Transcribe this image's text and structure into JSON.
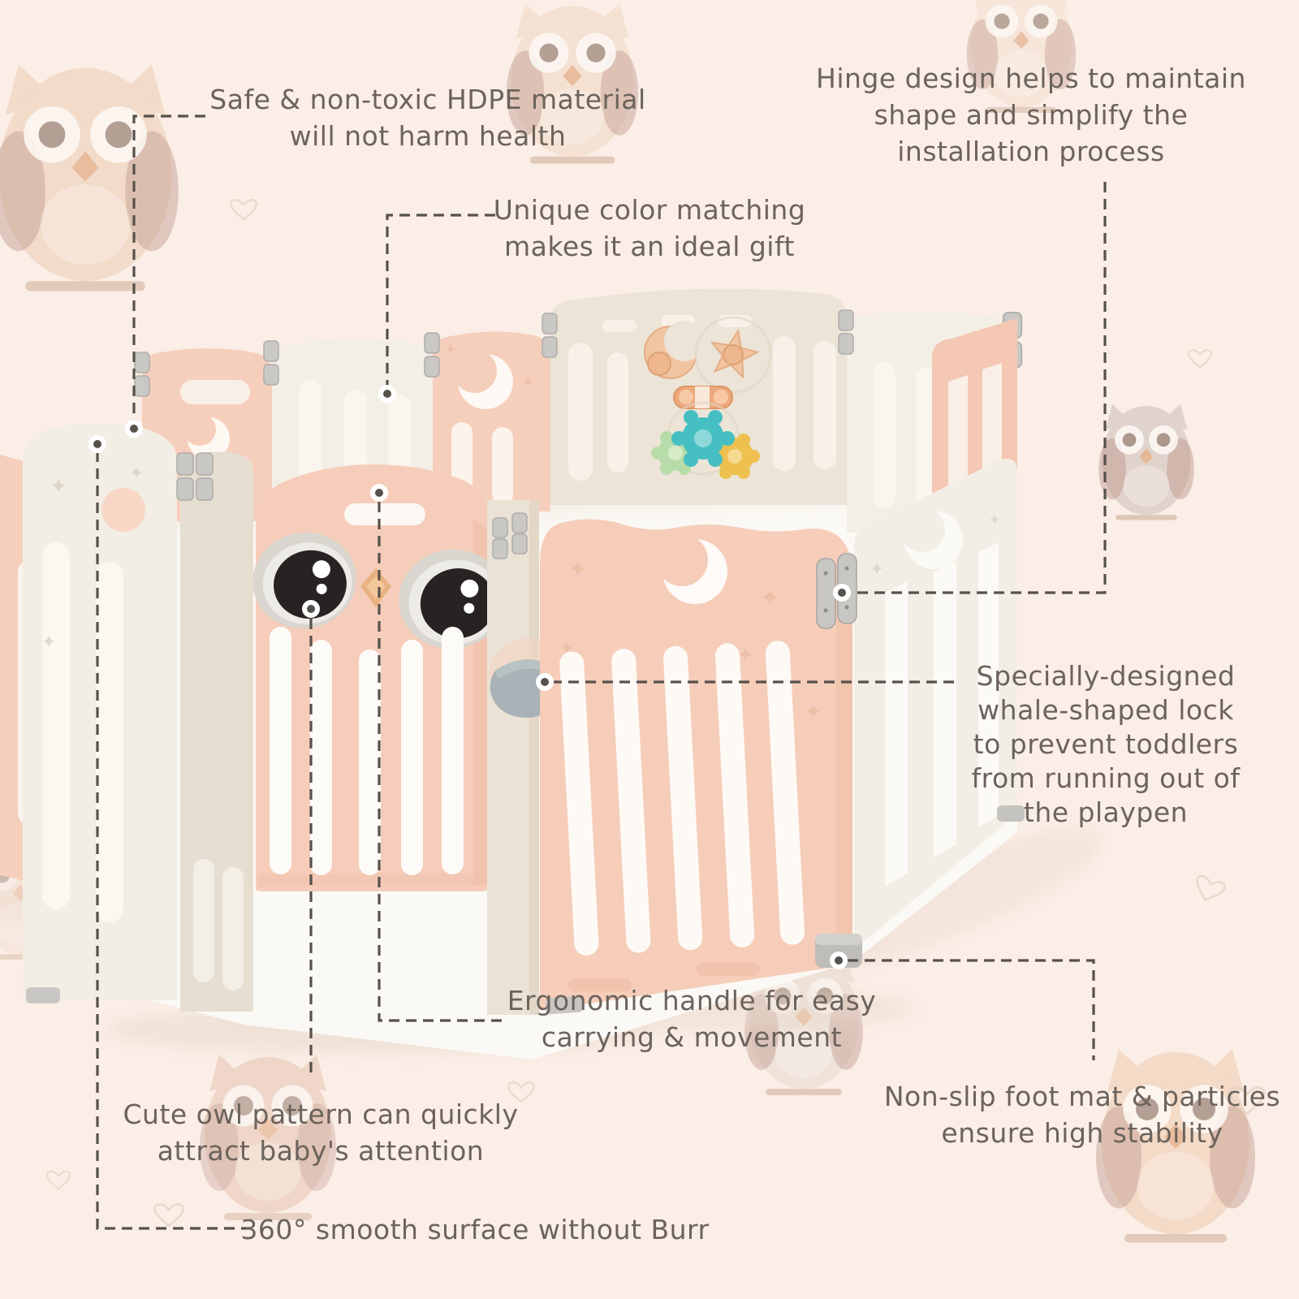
{
  "callouts": {
    "safe_material": {
      "lines": [
        "Safe & non-toxic HDPE material",
        "will not harm health"
      ]
    },
    "color_matching": {
      "lines": [
        "Unique color matching",
        "makes it an ideal gift"
      ]
    },
    "hinge_design": {
      "lines": [
        "Hinge design helps to maintain",
        "shape and simplify the",
        "installation process"
      ]
    },
    "whale_lock": {
      "lines": [
        "Specially-designed",
        "whale-shaped lock",
        "to prevent toddlers",
        "from running out of",
        "the playpen"
      ]
    },
    "ergonomic_handle": {
      "lines": [
        "Ergonomic handle for easy",
        "carrying & movement"
      ]
    },
    "owl_pattern": {
      "lines": [
        "Cute owl pattern can quickly",
        "attract baby's attention"
      ]
    },
    "non_slip": {
      "lines": [
        "Non-slip foot mat & particles",
        "ensure high stability"
      ]
    },
    "smooth_surface": {
      "lines": [
        "360° smooth surface without Burr"
      ]
    }
  },
  "palette": {
    "background": "#faeee7",
    "panel_pink": "#f6cdba",
    "panel_cream": "#ece4d7",
    "panel_white": "#f3efe6",
    "hinge_gray": "#c9c7c4",
    "lock_gray": "#a9b2b6",
    "text": "#6b635c",
    "dashed_line": "#57514b",
    "gear_teal": "#45bfc2",
    "gear_green": "#b7dcaa",
    "gear_yellow": "#eec04f",
    "toy_peach": "#f2c5a2"
  }
}
